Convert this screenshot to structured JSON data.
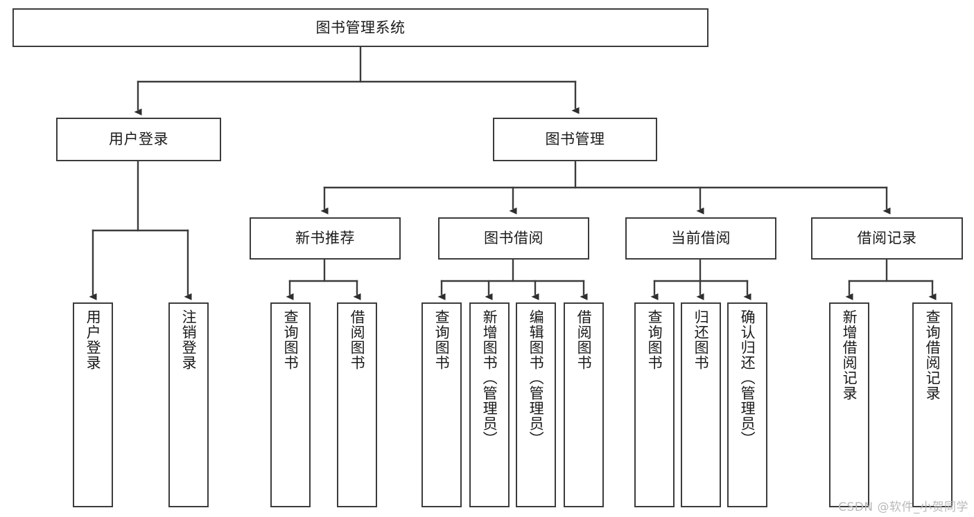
{
  "diagram": {
    "type": "tree-hierarchy-chart",
    "title": "图书管理系统",
    "stroke_color": "#3b3b3b",
    "fill_color": "#ffffff",
    "text_color": "#1a1a1a",
    "levels": {
      "root": {
        "label": "图书管理系统",
        "orientation": "horizontal"
      },
      "level2": [
        {
          "label": "用户登录",
          "orientation": "horizontal"
        },
        {
          "label": "图书管理",
          "orientation": "horizontal"
        }
      ],
      "level3": [
        {
          "label": "新书推荐",
          "orientation": "horizontal"
        },
        {
          "label": "图书借阅",
          "orientation": "horizontal"
        },
        {
          "label": "当前借阅",
          "orientation": "horizontal"
        },
        {
          "label": "借阅记录",
          "orientation": "horizontal"
        }
      ],
      "leaves": {
        "user_login": [
          {
            "label": "用户登录",
            "orientation": "vertical"
          },
          {
            "label": "注销登录",
            "orientation": "vertical"
          }
        ],
        "new_book_recommend": [
          {
            "label": "查询图书",
            "orientation": "vertical"
          },
          {
            "label": "借阅图书",
            "orientation": "vertical"
          }
        ],
        "book_borrow": [
          {
            "label": "查询图书",
            "orientation": "vertical"
          },
          {
            "label": "新增图书（管理员）",
            "orientation": "vertical"
          },
          {
            "label": "编辑图书（管理员）",
            "orientation": "vertical"
          },
          {
            "label": "借阅图书",
            "orientation": "vertical"
          }
        ],
        "current_borrow": [
          {
            "label": "查询图书",
            "orientation": "vertical"
          },
          {
            "label": "归还图书",
            "orientation": "vertical"
          },
          {
            "label": "确认归还（管理员）",
            "orientation": "vertical"
          }
        ],
        "borrow_record": [
          {
            "label": "新增借阅记录",
            "orientation": "vertical"
          },
          {
            "label": "查询借阅记录",
            "orientation": "vertical"
          }
        ]
      }
    },
    "watermark": "CSDN @软件_小贺同学"
  }
}
